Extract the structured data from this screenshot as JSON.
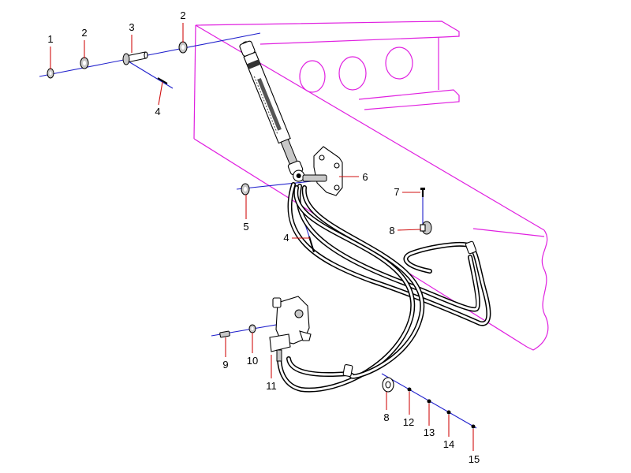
{
  "callouts": [
    "1",
    "2",
    "3",
    "2",
    "4",
    "6",
    "7",
    "8",
    "5",
    "4",
    "9",
    "10",
    "11",
    "8",
    "12",
    "13",
    "14",
    "15"
  ],
  "colors": {
    "frame": "#e020e0",
    "axis": "#1f1fcc",
    "leader": "#d01010",
    "parts": "#000000"
  }
}
